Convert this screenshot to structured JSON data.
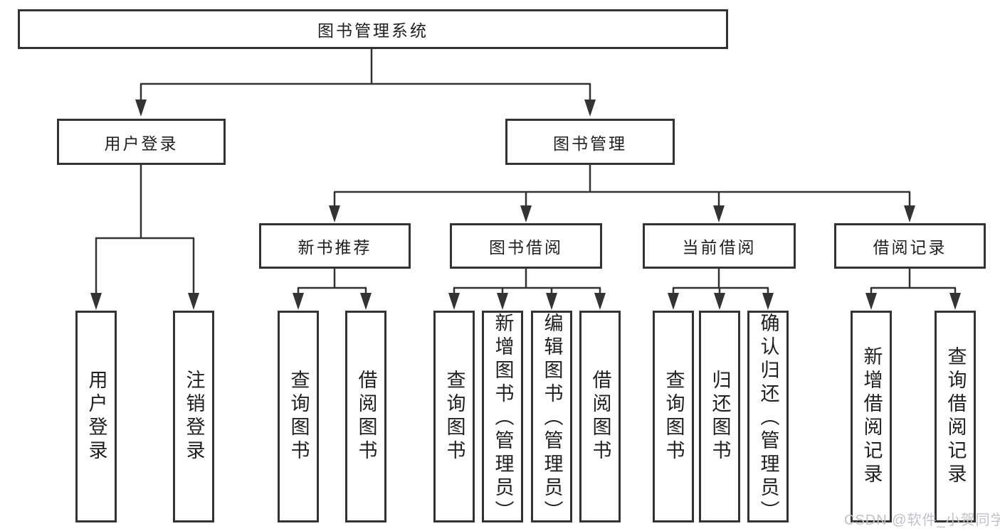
{
  "diagram": {
    "root": {
      "label": "图书管理系统"
    },
    "children": [
      {
        "label": "用户登录",
        "children": [
          {
            "label": "用户登录"
          },
          {
            "label": "注销登录"
          }
        ]
      },
      {
        "label": "图书管理",
        "children": [
          {
            "label": "新书推荐",
            "children": [
              {
                "label": "查询图书"
              },
              {
                "label": "借阅图书"
              }
            ]
          },
          {
            "label": "图书借阅",
            "children": [
              {
                "label": "查询图书"
              },
              {
                "label": "新增图书（管理员）"
              },
              {
                "label": "编辑图书（管理员）"
              },
              {
                "label": "借阅图书"
              }
            ]
          },
          {
            "label": "当前借阅",
            "children": [
              {
                "label": "查询图书"
              },
              {
                "label": "归还图书"
              },
              {
                "label": "确认归还（管理员）"
              }
            ]
          },
          {
            "label": "借阅记录",
            "children": [
              {
                "label": "新增借阅记录"
              },
              {
                "label": "查询借阅记录"
              }
            ]
          }
        ]
      }
    ]
  },
  "watermark": {
    "text": "CSDN @软件_小贺同学",
    "color": "#bfc3c8"
  },
  "colors": {
    "line": "#333333",
    "border": "#333333",
    "text": "#1f1f1f",
    "background": "#ffffff"
  }
}
